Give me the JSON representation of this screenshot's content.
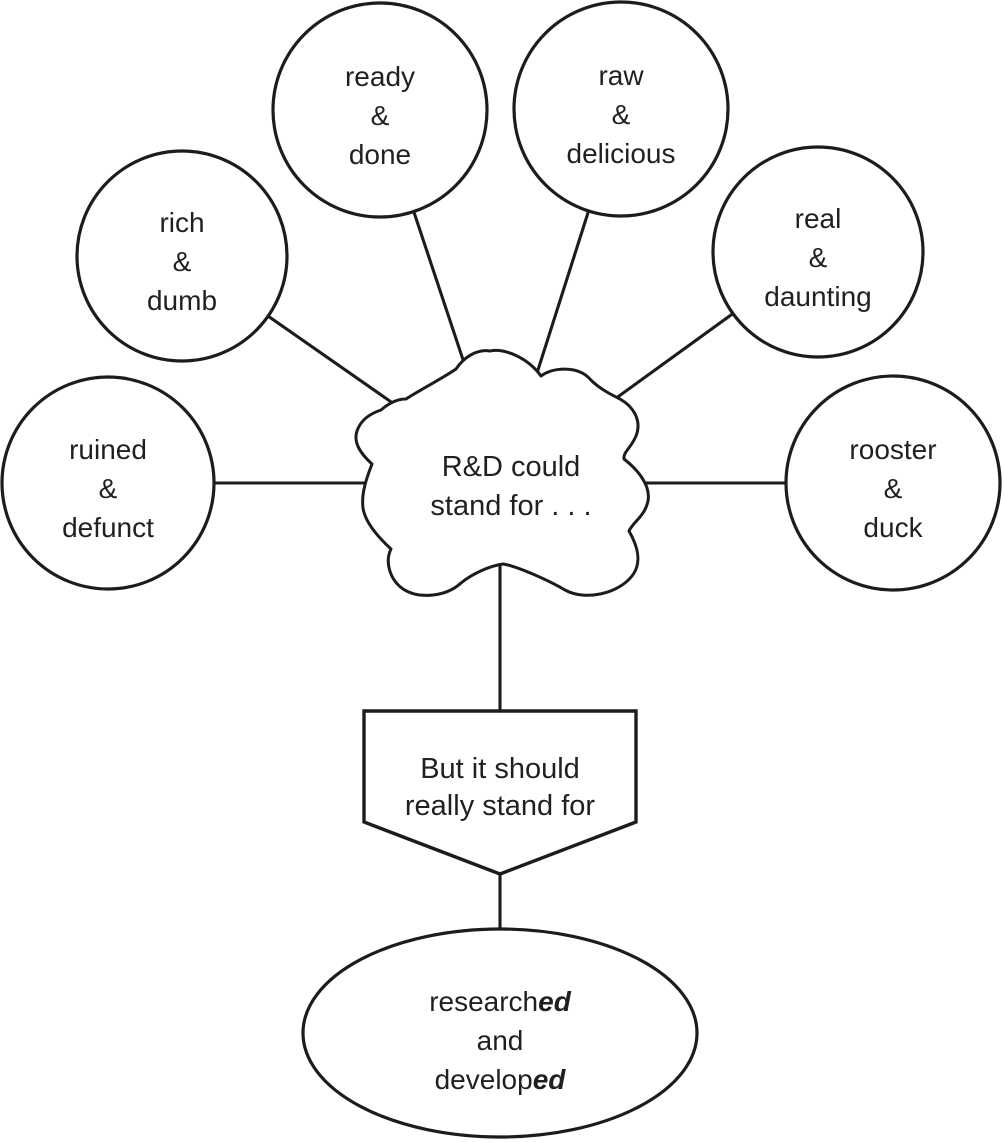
{
  "diagram": {
    "type": "mind-map",
    "colors": {
      "stroke": "#1e1b1c",
      "fill": "#ffffff",
      "text": "#231f20"
    },
    "center": {
      "shape": "cloud",
      "lines": [
        "R&D could",
        "stand for . . ."
      ]
    },
    "bubbles": [
      {
        "id": "ready-done",
        "shape": "circle",
        "lines": [
          "ready",
          "&",
          "done"
        ]
      },
      {
        "id": "raw-delicious",
        "shape": "circle",
        "lines": [
          "raw",
          "&",
          "delicious"
        ]
      },
      {
        "id": "rich-dumb",
        "shape": "circle",
        "lines": [
          "rich",
          "&",
          "dumb"
        ]
      },
      {
        "id": "real-daunting",
        "shape": "circle",
        "lines": [
          "real",
          "&",
          "daunting"
        ]
      },
      {
        "id": "ruined-defunct",
        "shape": "circle",
        "lines": [
          "ruined",
          "&",
          "defunct"
        ]
      },
      {
        "id": "rooster-duck",
        "shape": "circle",
        "lines": [
          "rooster",
          "&",
          "duck"
        ]
      }
    ],
    "banner": {
      "shape": "pentagon-down",
      "lines": [
        "But it should",
        "really stand for"
      ]
    },
    "result": {
      "shape": "ellipse",
      "line1": {
        "normal": "research",
        "emphasis": "ed"
      },
      "line2": "and",
      "line3": {
        "normal": "develop",
        "emphasis": "ed"
      }
    }
  }
}
